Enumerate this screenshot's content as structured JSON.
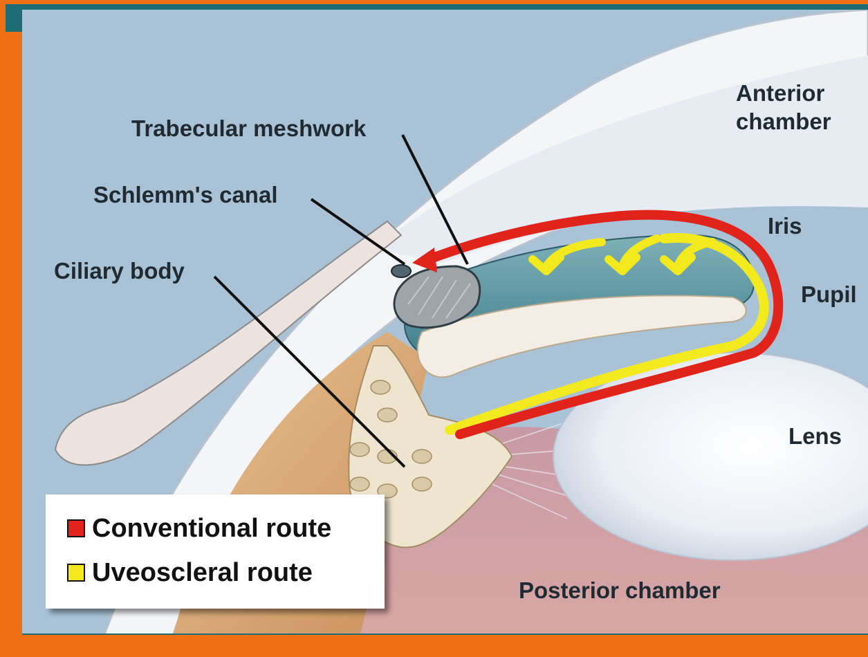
{
  "labels": {
    "trabecular": "Trabecular meshwork",
    "schlemm": "Schlemm's canal",
    "ciliary": "Ciliary body",
    "anterior_1": "Anterior",
    "anterior_2": "chamber",
    "iris": "Iris",
    "pupil": "Pupil",
    "lens": "Lens",
    "posterior": "Posterior chamber"
  },
  "legend": {
    "conventional": "Conventional route",
    "uveoscleral": "Uveoscleral route"
  },
  "colors": {
    "border_orange": "#f07018",
    "border_teal": "#1d6b73",
    "background_blue": "#a9c2d6",
    "conventional_red": "#e0231b",
    "uveoscleral_yellow": "#f2ea1e"
  }
}
